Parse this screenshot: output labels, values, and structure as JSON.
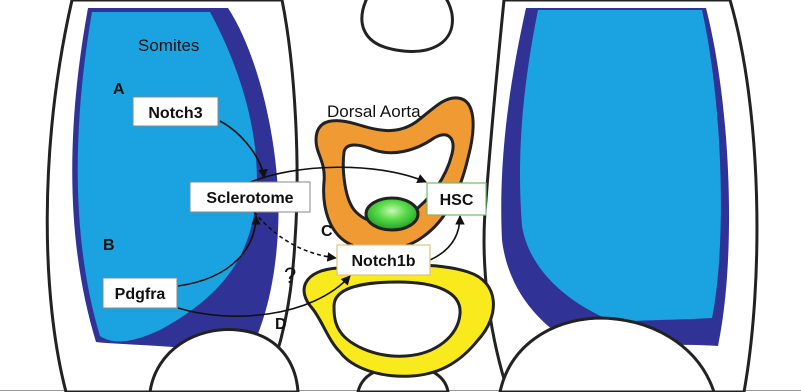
{
  "region_labels": {
    "somites": "Somites",
    "dorsal_aorta": "Dorsal Aorta"
  },
  "pathway_labels": {
    "a": "A",
    "b": "B",
    "c": "C",
    "d": "D",
    "unknown": "?"
  },
  "nodes": {
    "notch3": "Notch3",
    "sclerotome": "Sclerotome",
    "hsc": "HSC",
    "pdgfra": "Pdgfra",
    "notch1b": "Notch1b"
  },
  "colors": {
    "somite_blue": "#1ba3e1",
    "somite_dark": "#303395",
    "aorta_orange": "#f09a34",
    "hsc_green": "#2fbf2f",
    "notochord_yellow": "#f8ea1d",
    "outline": "#222222"
  }
}
